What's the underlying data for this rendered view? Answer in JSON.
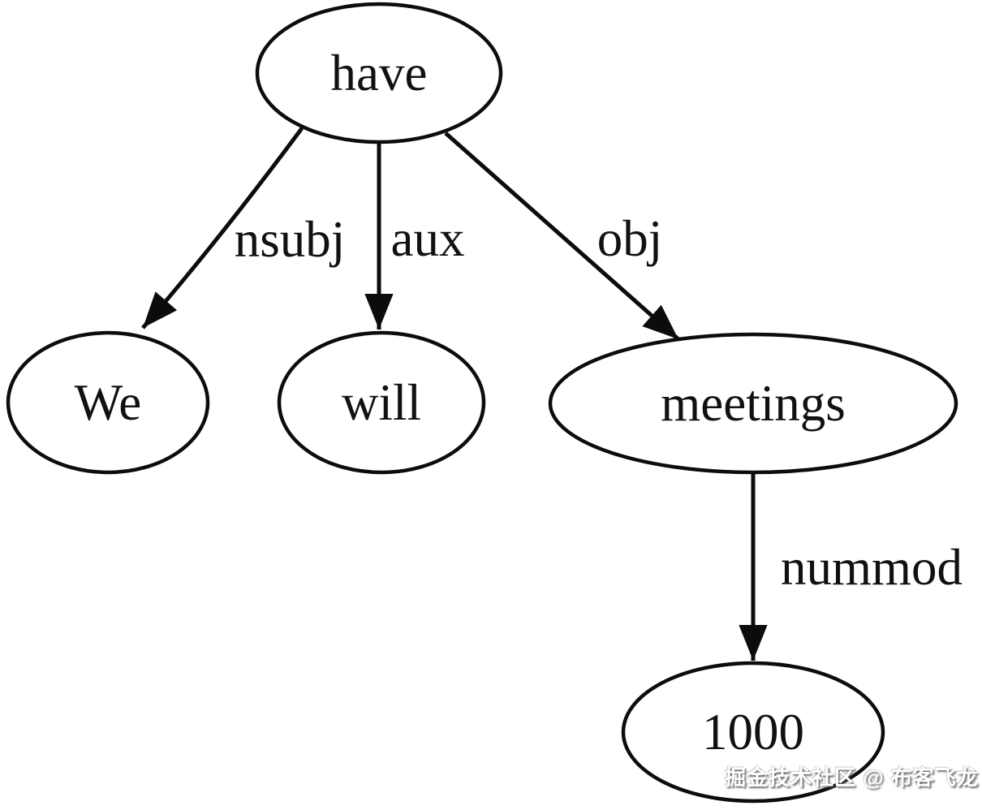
{
  "diagram": {
    "type": "dependency-parse-tree",
    "nodes": [
      {
        "id": "have",
        "label": "have"
      },
      {
        "id": "we",
        "label": "We"
      },
      {
        "id": "will",
        "label": "will"
      },
      {
        "id": "meetings",
        "label": "meetings"
      },
      {
        "id": "1000",
        "label": "1000"
      }
    ],
    "edges": [
      {
        "from": "have",
        "to": "we",
        "label": "nsubj"
      },
      {
        "from": "have",
        "to": "will",
        "label": "aux"
      },
      {
        "from": "have",
        "to": "meetings",
        "label": "obj"
      },
      {
        "from": "meetings",
        "to": "1000",
        "label": "nummod"
      }
    ],
    "colors": {
      "stroke": "#0c0c0c",
      "node_fill": "#ffffff",
      "background": "#ffffff"
    }
  },
  "watermark": {
    "text": "掘金技术社区 @ 布客飞龙"
  }
}
